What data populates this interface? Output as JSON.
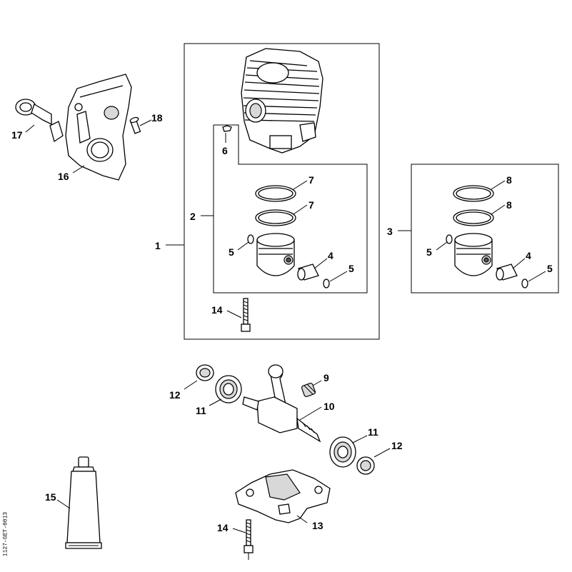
{
  "diagram": {
    "callouts": {
      "c1": "1",
      "c2": "2",
      "c3": "3",
      "c4a": "4",
      "c4b": "4",
      "c5a": "5",
      "c5b": "5",
      "c5c": "5",
      "c5d": "5",
      "c6": "6",
      "c7a": "7",
      "c7b": "7",
      "c8a": "8",
      "c8b": "8",
      "c9": "9",
      "c10": "10",
      "c11a": "11",
      "c11b": "11",
      "c12a": "12",
      "c12b": "12",
      "c13": "13",
      "c14a": "14",
      "c14b": "14",
      "c15": "15",
      "c16": "16",
      "c17": "17",
      "c18": "18"
    },
    "side_code": "1127-GET-0013"
  }
}
